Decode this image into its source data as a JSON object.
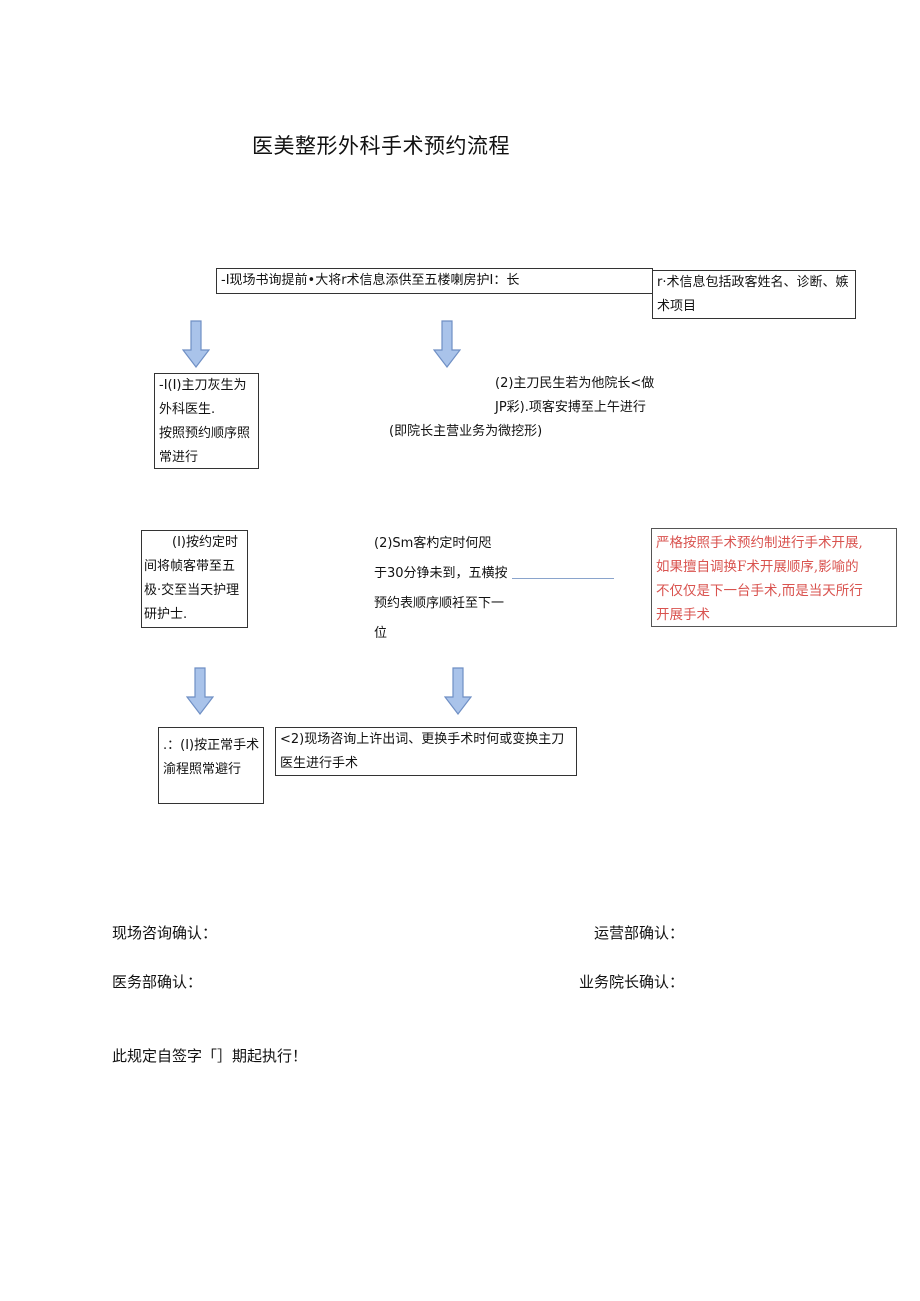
{
  "title": "医美整形外科手术预约流程",
  "box_top": "-I现场书询提前•大将r术信息添供至五楼喇房护I：长",
  "box_note": [
    "r·术信息包括政客姓名、诊断、嫉",
    "术项目"
  ],
  "box_left1": [
    "-I(I)主刀灰生为",
    "外科医生.",
    "按照预约顺序照",
    "常进行"
  ],
  "text_mid1": [
    "(2)主刀民生若为他院长<做",
    "JP彩).项客安搏至上午进行",
    "(即院长主营业务为微挖形)"
  ],
  "box_left2": [
    "(I)按约定时",
    "间将帧客带至五",
    "极·交至当天护理",
    "研护士."
  ],
  "text_mid2": [
    "(2)Sm客杓定时何咫",
    "于30分铮未到，五横按",
    "预约表顺序顺衽至下一",
    "位"
  ],
  "box_warning": [
    "严格按照手术预约制进行手术开展,",
    "如果擅自调换F术开展顺序,影喻的",
    "不仅仅是下一台手术,而是当天所行",
    "开展手术"
  ],
  "box_left3": [
    ".：(I)按正常手术",
    "渝程照常避行"
  ],
  "box_mid3": [
    "<2)现场咨询上许出词、更换手术时何或变换主刀",
    "医生进行手术"
  ],
  "signatures": {
    "onsite": "现场咨询确认：",
    "operations": "运营部确认：",
    "medical": "医务部确认：",
    "dean": "业务院长确认："
  },
  "footer": "此规定自签字「］期起执行！",
  "colors": {
    "arrow_fill": "#a9c3ea",
    "arrow_stroke": "#6f8fc4",
    "warning_text": "#d9534f"
  }
}
